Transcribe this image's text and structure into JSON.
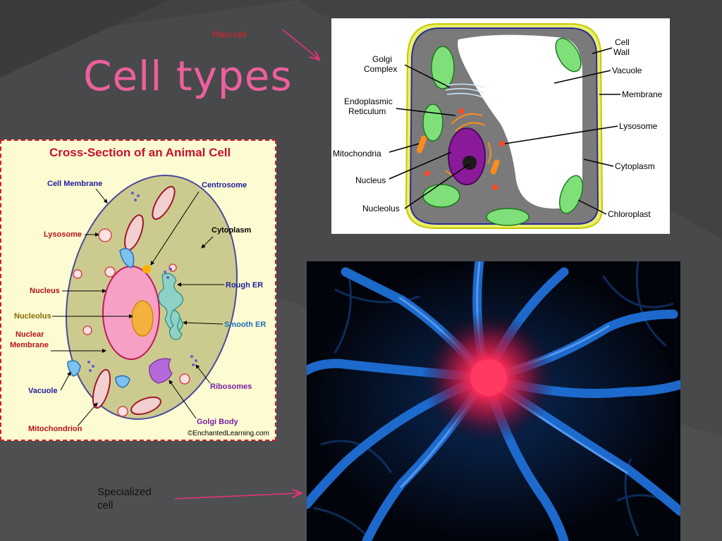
{
  "slide": {
    "title": "Cell types",
    "plant_caption": "Plant cell",
    "specialized_caption": "Specialized cell"
  },
  "animal_cell": {
    "title": "Cross-Section of an Animal Cell",
    "credit": "©EnchantedLearning.com",
    "labels": {
      "cell_membrane": "Cell Membrane",
      "lysosome": "Lysosome",
      "nucleus": "Nucleus",
      "nucleolus": "Nucleolus",
      "nuclear_membrane_1": "Nuclear",
      "nuclear_membrane_2": "Membrane",
      "vacuole": "Vacuole",
      "mitochondrion": "Mitochondrion",
      "centrosome": "Centrosome",
      "cytoplasm": "Cytoplasm",
      "rough_er": "Rough ER",
      "smooth_er": "Smooth ER",
      "ribosomes": "Ribosomes",
      "golgi_body": "Golgi Body"
    }
  },
  "plant_cell": {
    "labels": {
      "golgi_1": "Golgi",
      "golgi_2": "Complex",
      "er_1": "Endoplasmic",
      "er_2": "Reticulum",
      "mitochondria": "Mitochondria",
      "nucleus": "Nucleus",
      "nucleolus": "Nucleolus",
      "cell_wall_1": "Cell",
      "cell_wall_2": "Wall",
      "vacuole": "Vacuole",
      "membrane": "Membrane",
      "lysosome": "Lysosome",
      "cytoplasm": "Cytoplasm",
      "chloroplast": "Chloroplast"
    }
  },
  "colors": {
    "title": "#ee5f9e",
    "plant_caption": "#ee1d24",
    "arrow": "#e8317c",
    "animal_title": "#c8102e",
    "animal_label_blue": "#1e1e9e",
    "animal_label_red": "#b5121b",
    "neuron_glow": "#ff2a55",
    "neuron_blue": "#1f6fd6"
  }
}
